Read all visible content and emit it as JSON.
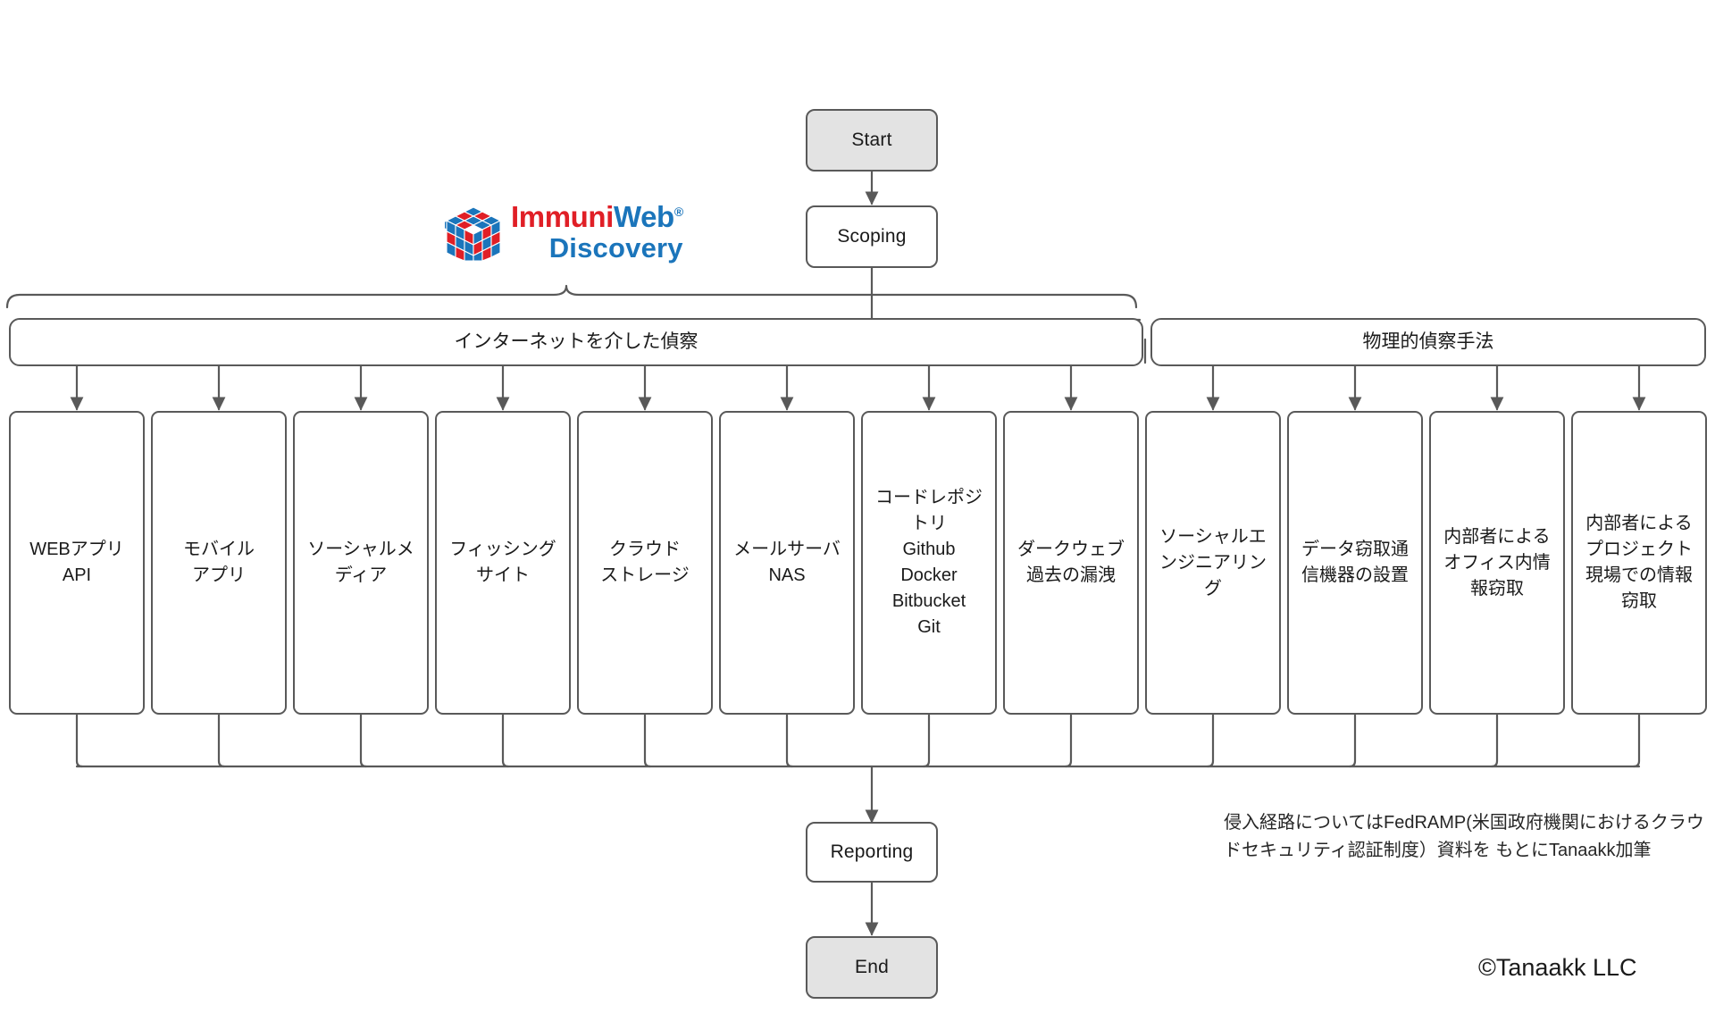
{
  "diagram": {
    "title": "ImmuniWeb Discovery reconnaissance flow",
    "colors": {
      "stroke": "#595959",
      "fill_terminal": "#e3e3e3",
      "fill_node": "#ffffff",
      "logo_red": "#e01f26",
      "logo_blue": "#1b75bb",
      "background": "#ffffff"
    },
    "terminals": {
      "start": "Start",
      "scoping": "Scoping",
      "reporting": "Reporting",
      "end": "End"
    },
    "bands": [
      {
        "id": "internet",
        "label": "インターネットを介した偵察"
      },
      {
        "id": "physical",
        "label": "物理的偵察手法"
      }
    ],
    "leaves": [
      {
        "band": "internet",
        "label": "WEBアプリ\nAPI"
      },
      {
        "band": "internet",
        "label": "モバイル\nアプリ"
      },
      {
        "band": "internet",
        "label": "ソーシャルメ\nディア"
      },
      {
        "band": "internet",
        "label": "フィッシング\nサイト"
      },
      {
        "band": "internet",
        "label": "クラウド\nストレージ"
      },
      {
        "band": "internet",
        "label": "メールサーバ\nNAS"
      },
      {
        "band": "internet",
        "label": "コードレポジ\nトリ\nGithub\nDocker\nBitbucket\nGit"
      },
      {
        "band": "internet",
        "label": "ダークウェブ\n過去の漏洩"
      },
      {
        "band": "physical",
        "label": "ソーシャルエ\nンジニアリン\nグ"
      },
      {
        "band": "physical",
        "label": "データ窃取通\n信機器の設置"
      },
      {
        "band": "physical",
        "label": "内部者による\nオフィス内情\n報窃取"
      },
      {
        "band": "physical",
        "label": "内部者による\nプロジェクト\n現場での情報\n窃取"
      }
    ],
    "logo": {
      "name_part1": "Immuni",
      "name_part2": "Web",
      "registered": "®",
      "product": "Discovery"
    },
    "footnote": "侵入経路についてはFedRAMP(米国政府機関におけるクラウ\nドセキュリティ認証制度）資料を もとにTanaakk加筆",
    "copyright": "©Tanaakk LLC"
  }
}
